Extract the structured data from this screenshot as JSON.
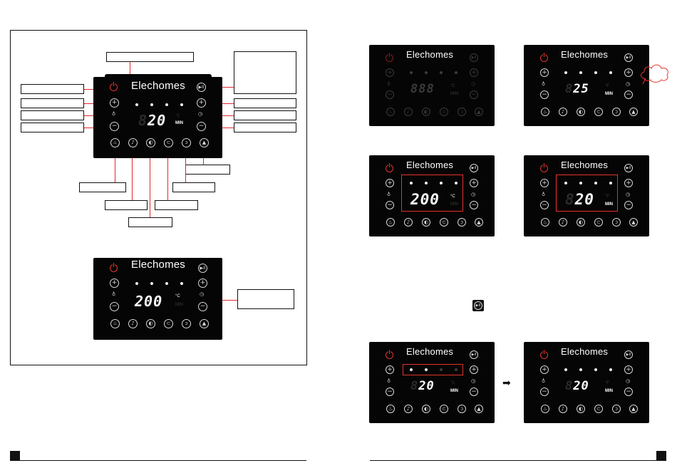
{
  "brand": "Elechomes",
  "main_panel": {
    "display_ghost": "8",
    "display": "20",
    "unit_c": "°C",
    "unit_min": "MIN"
  },
  "temp_panel": {
    "display": "200",
    "unit_c": "°C",
    "unit_min": "MIN"
  },
  "grid_panels": [
    {
      "ghost": "",
      "display": "888",
      "unit_top": "°C",
      "unit_bottom": "MIN",
      "state": "dim"
    },
    {
      "ghost": "8",
      "display": "25",
      "unit_top": "°F",
      "unit_bottom": "MIN",
      "state": "on"
    },
    {
      "ghost": "",
      "display": "200",
      "unit_top": "°C",
      "unit_bottom": "MIN",
      "state": "temp"
    },
    {
      "ghost": "8",
      "display": "20",
      "unit_top": "°F",
      "unit_bottom": "MIN",
      "state": "time"
    },
    {
      "ghost": "8",
      "display": "20",
      "unit_top": "°C",
      "unit_bottom": "MIN",
      "state": "dots"
    },
    {
      "ghost": "8",
      "display": "20",
      "unit_top": "°F",
      "unit_bottom": "MIN",
      "state": "dots-all"
    }
  ],
  "icons": {
    "plus": "+",
    "minus": "−",
    "thermometer": "🌡",
    "clock": "◷",
    "play_pause": "▶II",
    "arrow": "➡"
  },
  "colors": {
    "accent": "#e2342c",
    "panel": "#050505",
    "leader": "#e0282d"
  }
}
